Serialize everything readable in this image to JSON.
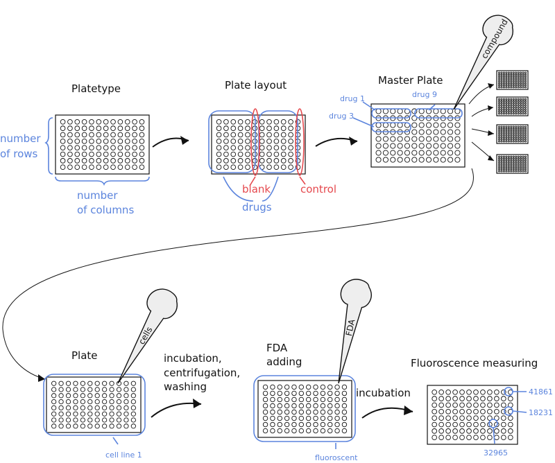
{
  "steps": {
    "platetype": "Platetype",
    "plate_layout": "Plate layout",
    "master_plate": "Master Plate",
    "plate": "Plate",
    "fda_adding_1": "FDA",
    "fda_adding_2": "adding",
    "fluoro": "Fluoroscence measuring"
  },
  "platetype": {
    "rows_1": "number",
    "rows_2": "of rows",
    "cols_1": "number",
    "cols_2": "of columns"
  },
  "layout": {
    "blank": "blank",
    "control": "control",
    "drugs": "drugs"
  },
  "master": {
    "drug1": "drug 1",
    "drug3": "drug 3",
    "drug9": "drug 9"
  },
  "pipettes": {
    "compound": "compound",
    "cells": "cells",
    "fda": "FDA"
  },
  "transitions": {
    "incubation_1": "incubation,",
    "incubation_2": "centrifugation,",
    "incubation_3": "washing",
    "incubation": "incubation"
  },
  "plate_labels": {
    "cell_line": "cell line 1",
    "fluoroscent": "fluoroscent"
  },
  "readings": {
    "r1": "41861",
    "r2": "18231",
    "r3": "32965"
  },
  "colors": {
    "annotation_blue": "#5b84dd",
    "annotation_red": "#e5484d"
  }
}
